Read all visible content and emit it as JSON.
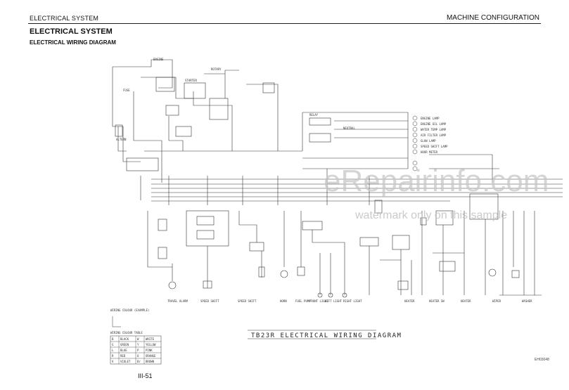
{
  "header": {
    "section": "ELECTRICAL SYSTEM",
    "chapter": "MACHINE CONFIGURATION"
  },
  "page": {
    "title": "ELECTRICAL SYSTEM",
    "subtitle": "ELECTRICAL WIRING DIAGRAM",
    "number": "III-51",
    "code": "EH03048"
  },
  "diagram": {
    "title": "TB23R ELECTRICAL WIRING DIAGRAM",
    "wiring_label": "WIRING COLOUR (EXAMPLE)",
    "colour_table_title": "WIRING COLOUR TABLE",
    "colour_table_rows": [
      [
        "B",
        "BLACK",
        "W",
        "WHITE"
      ],
      [
        "G",
        "GREEN",
        "Y",
        "YELLOW"
      ],
      [
        "L",
        "BLUE",
        "P",
        "PINK"
      ],
      [
        "R",
        "RED",
        "O",
        "ORANGE"
      ],
      [
        "V",
        "VIOLET",
        "Br",
        "BROWN"
      ]
    ]
  },
  "watermark": {
    "brand": "eRepairinfo.com",
    "note": "watermark only on this sample"
  }
}
